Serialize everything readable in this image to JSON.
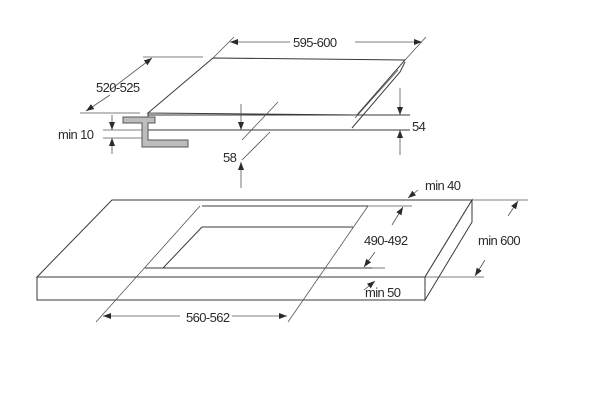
{
  "hob_dimensions": {
    "width": "595-600",
    "depth": "520-525",
    "clearance": "min 10",
    "overall_height": "58",
    "built_in_height": "54"
  },
  "worktop_dimensions": {
    "back_margin": "min 40",
    "cutout_depth": "490-492",
    "worktop_depth": "min 600",
    "front_margin": "min 50",
    "cutout_width": "560-562"
  },
  "colors": {
    "line": "#3a3a3a",
    "bracket": "#bdbdbd"
  }
}
